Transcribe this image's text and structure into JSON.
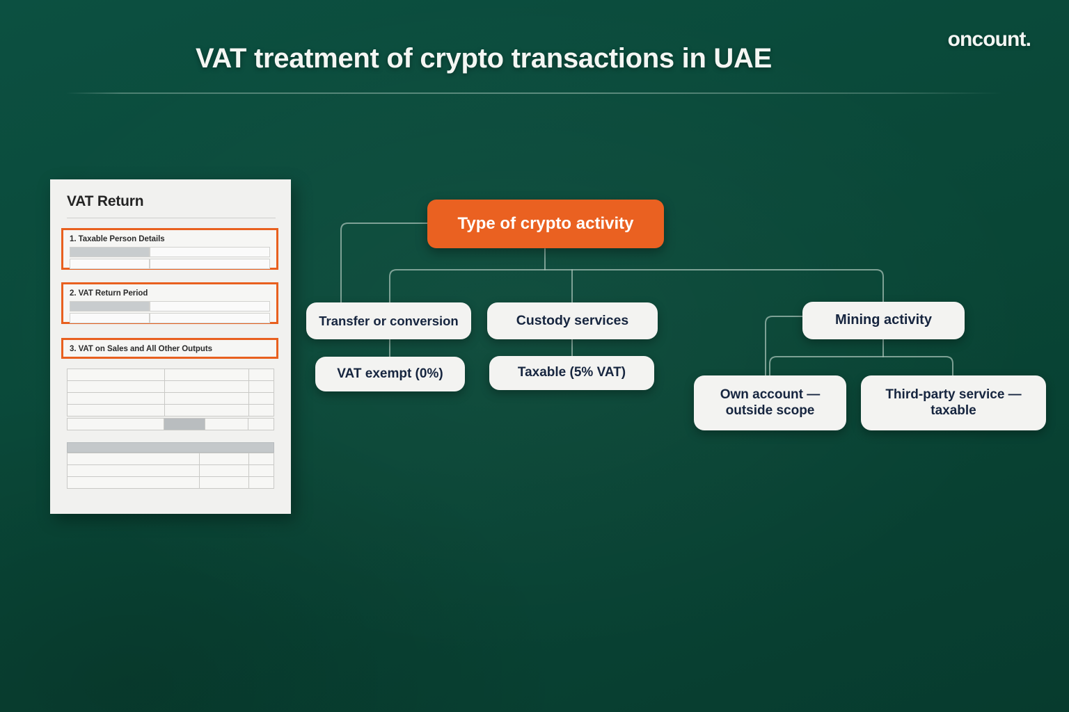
{
  "header": {
    "title": "VAT treatment of crypto transactions in UAE",
    "logo": "oncount."
  },
  "document": {
    "title": "VAT Return",
    "sections": [
      {
        "label": "1. Taxable Person Details"
      },
      {
        "label": "2. VAT Return Period"
      },
      {
        "label": "3. VAT on Sales and All Other Outputs"
      }
    ]
  },
  "flow": {
    "root": {
      "label": "Type of crypto activity"
    },
    "branches": [
      {
        "label": "Transfer or conversion",
        "outcome": "VAT exempt (0%)"
      },
      {
        "label": "Custody services",
        "outcome": "Taxable (5% VAT)"
      },
      {
        "label": "Mining activity",
        "children": [
          {
            "label": "Own account — outside scope"
          },
          {
            "label": "Third-party service — taxable"
          }
        ]
      }
    ]
  },
  "colors": {
    "background": "#0a4a3c",
    "accent_orange": "#ea6121",
    "node_fill": "#f3f3f1",
    "node_text": "#16253f",
    "connector": "#a9c4b8"
  }
}
